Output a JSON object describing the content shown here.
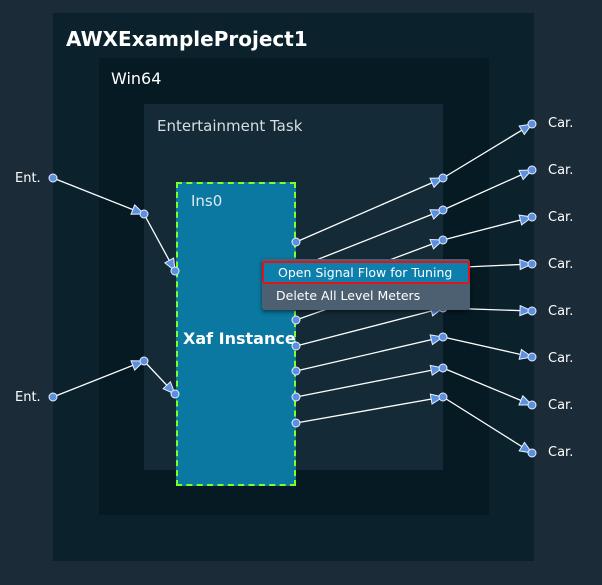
{
  "project": {
    "title": "AWXExampleProject1"
  },
  "platform": {
    "title": "Win64"
  },
  "task": {
    "title": "Entertainment Task"
  },
  "instance": {
    "name": "Ins0",
    "type": "Xaf Instance"
  },
  "inputs": [
    "Ent.",
    "Ent."
  ],
  "outputs": [
    "Car.",
    "Car.",
    "Car.",
    "Car.",
    "Car.",
    "Car.",
    "Car.",
    "Car."
  ],
  "context_menu": {
    "items": [
      "Open Signal Flow for Tuning",
      "Delete All Level Meters"
    ],
    "highlighted_index": 0
  },
  "colors": {
    "background": "#1c2b38",
    "instance_fill": "#0a78a0",
    "instance_border": "#7cff2a",
    "wire": "#ffffff",
    "port": "#5b8fe0",
    "highlight_outline": "#e0121a"
  }
}
